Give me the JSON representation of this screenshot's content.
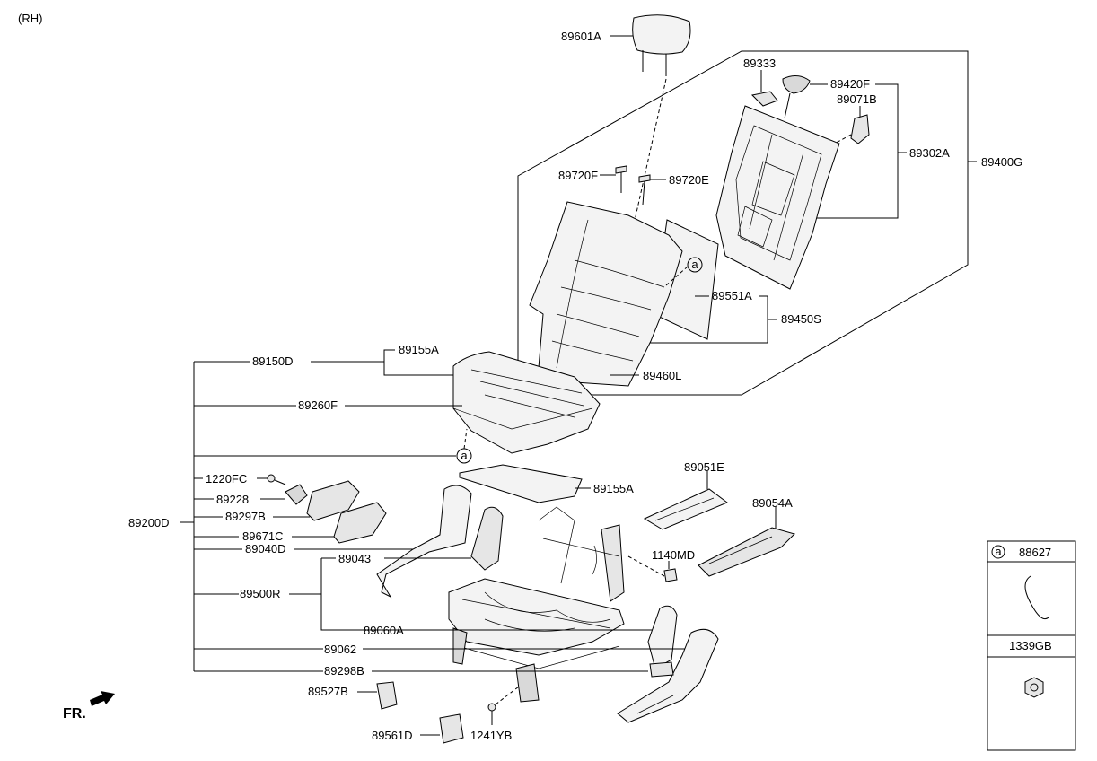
{
  "header": {
    "side_label": "(RH)"
  },
  "labels": {
    "headrest": "89601A",
    "part_89333": "89333",
    "part_89420F": "89420F",
    "part_89071B": "89071B",
    "part_89302A": "89302A",
    "part_89400G": "89400G",
    "part_89720F": "89720F",
    "part_89720E": "89720E",
    "part_89551A": "89551A",
    "part_89450S": "89450S",
    "part_89460L": "89460L",
    "part_89155A_top": "89155A",
    "part_89150D": "89150D",
    "part_89260F": "89260F",
    "part_1220FC": "1220FC",
    "part_89155A_mid": "89155A",
    "part_89051E": "89051E",
    "part_89228": "89228",
    "part_89297B": "89297B",
    "part_89054A": "89054A",
    "part_89200D": "89200D",
    "part_89671C": "89671C",
    "part_89040D": "89040D",
    "part_1140MD": "1140MD",
    "part_89043": "89043",
    "part_89500R": "89500R",
    "part_89060A": "89060A",
    "part_89062": "89062",
    "part_89298B": "89298B",
    "part_89527B": "89527B",
    "part_89561D": "89561D",
    "part_1241YB": "1241YB",
    "front_label": "FR."
  },
  "callout": {
    "marker": "a"
  },
  "legend_box": {
    "row1_marker": "a",
    "row1_part": "88627",
    "row2_part": "1339GB"
  }
}
